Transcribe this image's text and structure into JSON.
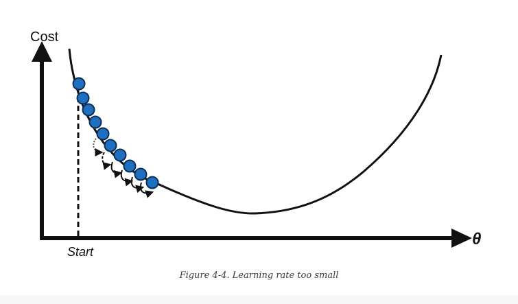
{
  "diagram": {
    "y_axis_label": "Cost",
    "x_axis_label": "θ",
    "start_label": "Start",
    "colors": {
      "ink": "#111111",
      "point_fill": "#1f6fc0",
      "point_stroke": "#0d2f55"
    }
  },
  "caption": "Figure 4-4. Learning rate too small"
}
